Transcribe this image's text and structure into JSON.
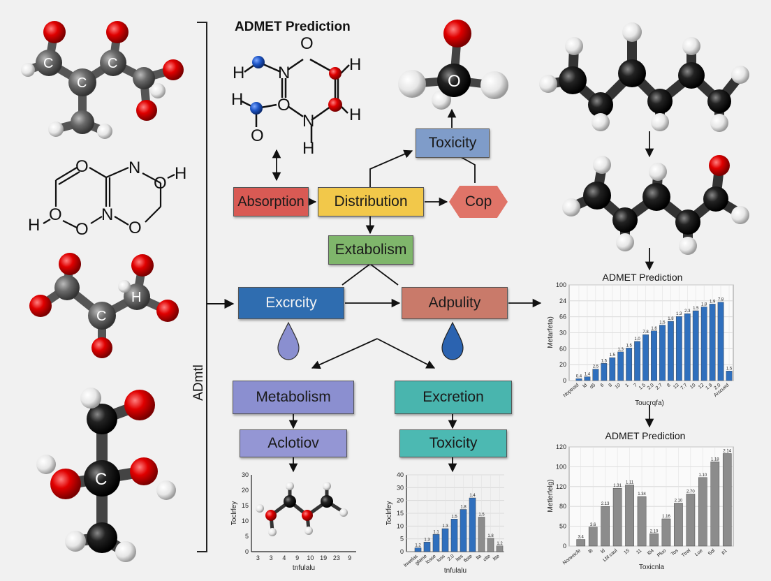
{
  "header": {
    "title": "ADMET Prediction",
    "side_label": "ADmtl"
  },
  "colors": {
    "atom_red": "#e00000",
    "atom_black": "#1a1a1a",
    "atom_grey": "#6a6a6a",
    "atom_white": "#f2f2f2",
    "atom_blue": "#1f57c8",
    "bar_blue": "#2f6fbd",
    "bar_grey": "#8c8c8c"
  },
  "atoms": {
    "c": "C",
    "o": "O",
    "h": "H",
    "n": "N"
  },
  "flow": {
    "toxicity_top": "Toxicity",
    "absorption": "Absorption",
    "distribution": "Distribution",
    "cop": "Cop",
    "extabolism": "Extabolism",
    "excrcity": "Excrcity",
    "adpulity": "Adpulity",
    "metabolism": "Metabolism",
    "excretion": "Excretion",
    "aclotiov": "Aclotiov",
    "toxicity_bottom": "Toxicity"
  },
  "chart_data": [
    {
      "type": "line",
      "title": "",
      "xlabel": "tnfulalu",
      "ylabel": "Toclrfey",
      "ylim": [
        0,
        30
      ],
      "yticks": [
        "30",
        "20",
        "15",
        "10",
        "5",
        "0"
      ],
      "xticks": [
        "3",
        "3",
        "4",
        "9",
        "10",
        "19",
        "23",
        "9"
      ]
    },
    {
      "type": "bar",
      "title": "",
      "xlabel": "tnfulalu",
      "ylabel": "Toclrfey",
      "ylim": [
        0,
        40
      ],
      "yticks": [
        "40",
        "30",
        "20",
        "15",
        "10",
        "5",
        "0"
      ],
      "values": [
        2,
        5,
        9,
        12,
        17,
        22,
        28,
        18,
        7,
        3
      ],
      "value_labels": [
        "1.2",
        "1.3",
        "1.1",
        "1.3",
        "1.5",
        "1.8",
        "1.4",
        "1.5",
        "1.8",
        "1.2"
      ],
      "xticks": [
        "lnwelas",
        "glame",
        "lcase",
        "luss",
        "2.0",
        "ltes",
        "flote",
        "lla",
        "clte",
        "ltte"
      ]
    },
    {
      "type": "bar",
      "title": "ADMET Prediction",
      "xlabel": "Toucrqfa)",
      "ylabel": "Metarfeta)",
      "ylim": [
        0,
        100
      ],
      "yticks": [
        "100",
        "24",
        "66",
        "30",
        "60",
        "20",
        "0"
      ],
      "values": [
        2,
        4,
        12,
        18,
        24,
        30,
        34,
        41,
        48,
        52,
        58,
        62,
        67,
        70,
        73,
        77,
        80,
        82,
        10
      ],
      "value_labels": [
        "0.4",
        "1.4",
        "2.5",
        "1.5",
        "1.5",
        "1.3",
        "1.5",
        "1.0",
        "7.8",
        "1.6",
        "1.5",
        "1.8",
        "1.3",
        "2.3",
        "1.5",
        "1.8",
        "1.9",
        "7.8",
        "1.5"
      ],
      "xticks": [
        "Noptroid",
        "ld",
        "d5",
        "6",
        "8",
        "10",
        "1",
        "7",
        "1.5",
        "2.0",
        "2.7",
        "8",
        "13",
        "7.7",
        "10",
        "12",
        "1.9",
        "2.0",
        "Arscued"
      ]
    },
    {
      "type": "bar",
      "title": "ADMET Prediction",
      "xlabel": "Toxicnla",
      "ylabel": "Metlerfelg)",
      "ylim": [
        0,
        120
      ],
      "yticks": [
        "120",
        "100",
        "120",
        "80",
        "50",
        "0"
      ],
      "values": [
        8,
        23,
        48,
        70,
        74,
        60,
        15,
        33,
        52,
        63,
        83,
        102,
        112
      ],
      "value_labels": [
        "3.4",
        "3.6",
        "2.13",
        "1.31",
        "1.11",
        "1.34",
        "2.10",
        "1.16",
        "2.10",
        "2.70",
        "1.10",
        "1.18",
        "2.14"
      ],
      "xticks": [
        "Nonwacle",
        "l6",
        "ld",
        "Lbl caul",
        "15",
        "11",
        "l04",
        "Pluo",
        "Tos",
        "Ttrel",
        "Lue",
        "Sol",
        "p1"
      ]
    }
  ]
}
